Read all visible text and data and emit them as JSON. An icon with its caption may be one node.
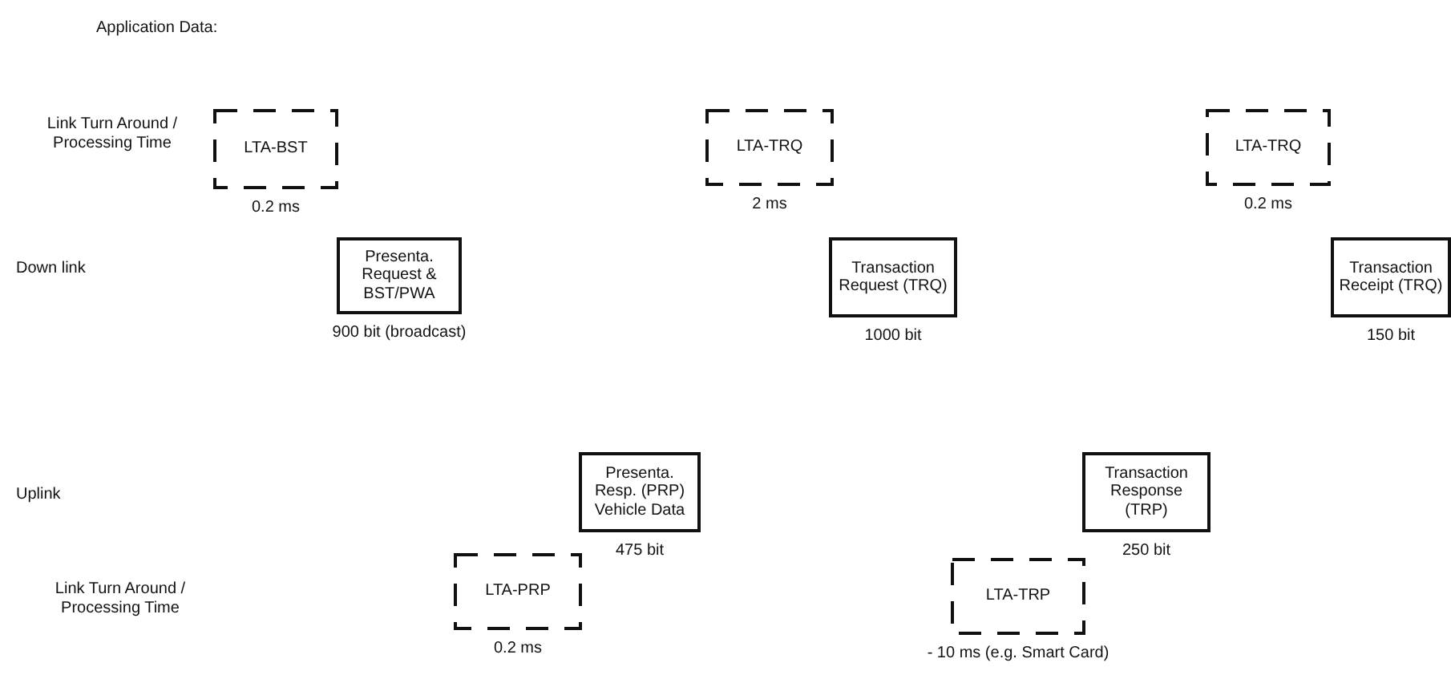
{
  "diagram": {
    "nodes": [
      {
        "text": [
          "LTA-BST"
        ],
        "beside": [
          "0.2 ms"
        ]
      },
      {
        "text": [
          "LTA-TRQ"
        ],
        "beside": [
          "2 ms"
        ]
      },
      {
        "text": [
          "LTA-TRQ"
        ],
        "beside": [
          "0.2 ms"
        ]
      },
      {
        "text": [
          "Presenta. Request & BST/PWA"
        ],
        "beside": [
          "900 bit (broadcast)"
        ]
      },
      {
        "text": [
          "Transaction Request (TRQ)"
        ],
        "beside": [
          "1000 bit"
        ]
      },
      {
        "text": [
          "Transaction Receipt (TRQ)"
        ],
        "beside": [
          "150 bit"
        ]
      },
      {
        "text": [
          "Presenta. Resp. (PRP) Vehicle Data"
        ],
        "beside": [
          "475 bit"
        ]
      },
      {
        "text": [
          "Transaction Response (TRP)"
        ],
        "beside": [
          "250 bit"
        ]
      },
      {
        "text": [
          "LTA-PRP"
        ],
        "beside": [
          "0.2 ms"
        ]
      },
      {
        "text": [
          "LTA-TRP"
        ],
        "beside": [
          "- 10 ms (e.g. Smart Card)"
        ]
      }
    ],
    "labels": [
      "Application Data:",
      "Link Turn Around / Processing Time",
      "Down link",
      "Uplink",
      "Link Turn Around / Processing Time"
    ]
  }
}
